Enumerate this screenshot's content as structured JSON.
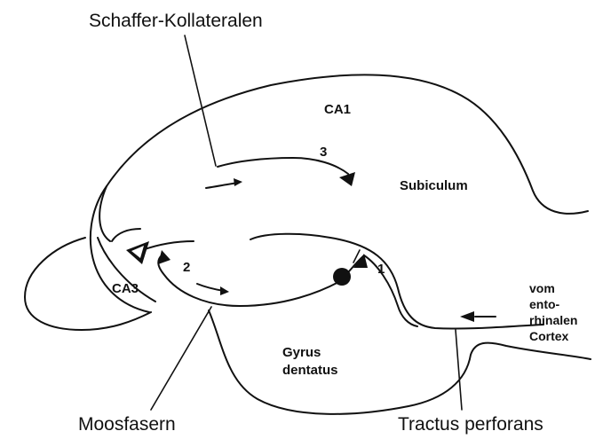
{
  "labels": {
    "schaffer": "Schaffer-Kollateralen",
    "ca1": "CA1",
    "subiculum": "Subiculum",
    "ca3": "CA3",
    "gyrus_1": "Gyrus",
    "gyrus_2": "dentatus",
    "moosfasern": "Moosfasern",
    "tractus": "Tractus perforans",
    "cortex_1": "vom",
    "cortex_2": "ento-",
    "cortex_3": "rhinalen",
    "cortex_4": "Cortex"
  },
  "pathway_numbers": {
    "one": "1",
    "two": "2",
    "three": "3"
  }
}
